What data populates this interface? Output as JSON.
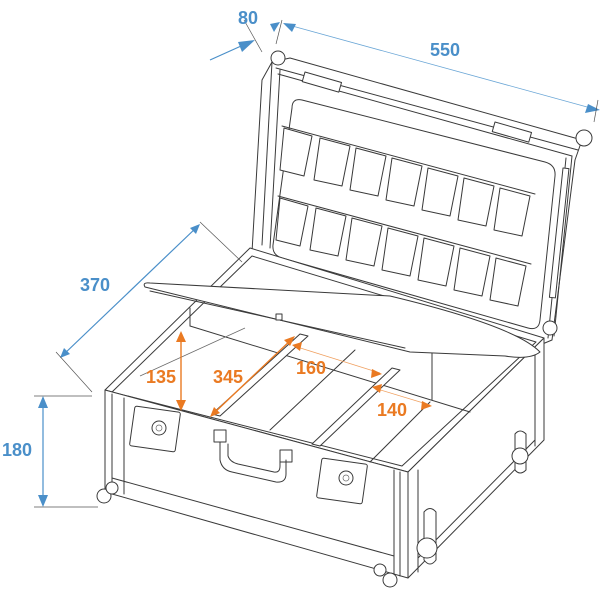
{
  "diagram": {
    "subject": "Flight case with open lid, removable tray and dividers",
    "colors": {
      "outer_dimension": "#4a8fc9",
      "inner_dimension": "#ea7a22",
      "line_art": "#3a3a3a",
      "background": "#ffffff"
    },
    "outer_dimensions": {
      "lid_depth": {
        "label": "80"
      },
      "length": {
        "label": "550"
      },
      "width": {
        "label": "370"
      },
      "height": {
        "label": "180"
      }
    },
    "inner_dimensions": {
      "height": {
        "label": "135"
      },
      "depth": {
        "label": "345"
      },
      "compartment_1": {
        "label": "160"
      },
      "compartment_2": {
        "label": "140"
      }
    },
    "lid": {
      "pocket_rows": 2,
      "pockets_per_row": 7
    }
  }
}
